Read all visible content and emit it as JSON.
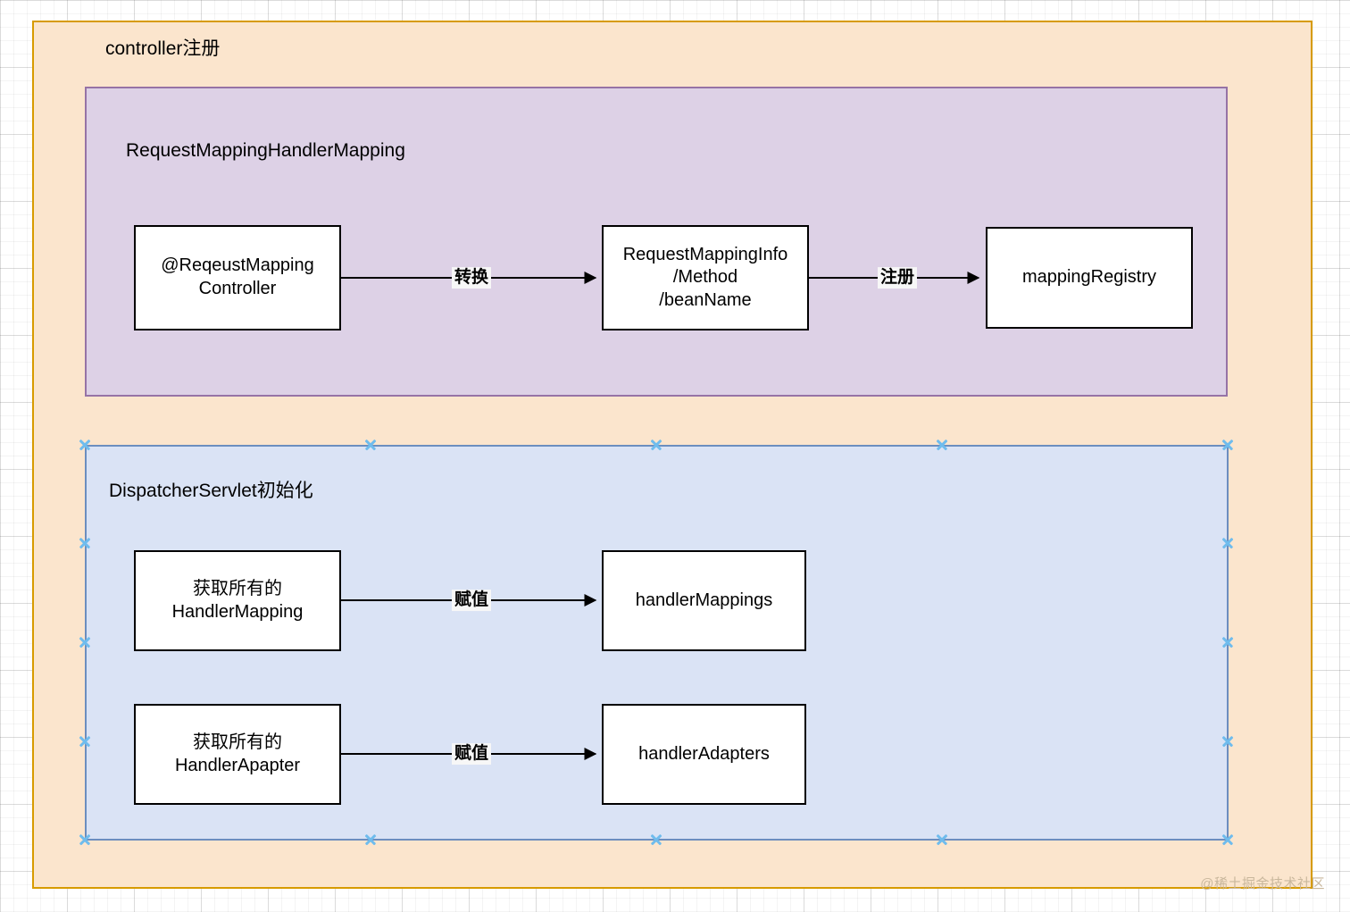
{
  "diagram": {
    "watermark": "@稀土掘金技术社区",
    "colors": {
      "outer_fill": "#fbe5cd",
      "outer_stroke": "#d79b00",
      "purple_fill": "#ddd1e6",
      "purple_stroke": "#9673a6",
      "blue_fill": "#dae3f5",
      "blue_stroke": "#6c8ebf",
      "node_fill": "#ffffff",
      "node_stroke": "#000000",
      "handle": "#6fbced"
    },
    "containers": {
      "outer": {
        "title": "controller注册"
      },
      "purple": {
        "title": "RequestMappingHandlerMapping"
      },
      "blue": {
        "title": "DispatcherServlet初始化",
        "selected": true
      }
    },
    "nodes": {
      "reqeust_mapping_controller": "@ReqeustMapping\nController",
      "request_mapping_info": "RequestMappingInfo\n/Method\n/beanName",
      "mapping_registry": "mappingRegistry",
      "get_all_handler_mapping": "获取所有的\nHandlerMapping",
      "handler_mappings": "handlerMappings",
      "get_all_handler_adapter": "获取所有的\nHandlerApapter",
      "handler_adapters": "handlerAdapters"
    },
    "edges": {
      "convert": "转换",
      "register": "注册",
      "assign_mappings": "赋值",
      "assign_adapters": "赋值"
    }
  }
}
